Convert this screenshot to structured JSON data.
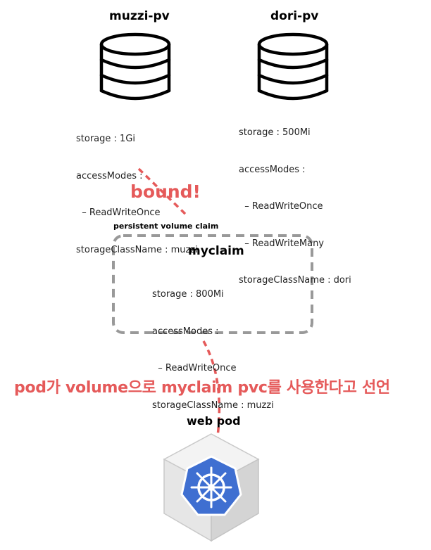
{
  "pvs": [
    {
      "name": "muzzi-pv",
      "specs": [
        "storage : 1Gi",
        "accessModes :",
        "  – ReadWriteOnce",
        "storageClassName : muzzi"
      ]
    },
    {
      "name": "dori-pv",
      "specs": [
        "storage : 500Mi",
        "accessModes :",
        "  – ReadWriteOnce",
        "  – ReadWriteMany",
        "storageClassName : dori"
      ]
    }
  ],
  "bound_label": "bound!",
  "pvc": {
    "caption": "persistent volume claim",
    "name": "myclaim",
    "specs": [
      "storage : 800Mi",
      "accessModes :",
      "  – ReadWriteOnce",
      "storageClassName : muzzi"
    ]
  },
  "pod_note": "pod가 volume으로 myclaim pvc를 사용한다고 선언",
  "pod": {
    "name": "web pod"
  },
  "colors": {
    "accent": "#e55a5a",
    "dash_box": "#999999",
    "k8s_blue": "#3f6fd1"
  },
  "icons": [
    "database-icon",
    "kubernetes-icon"
  ]
}
